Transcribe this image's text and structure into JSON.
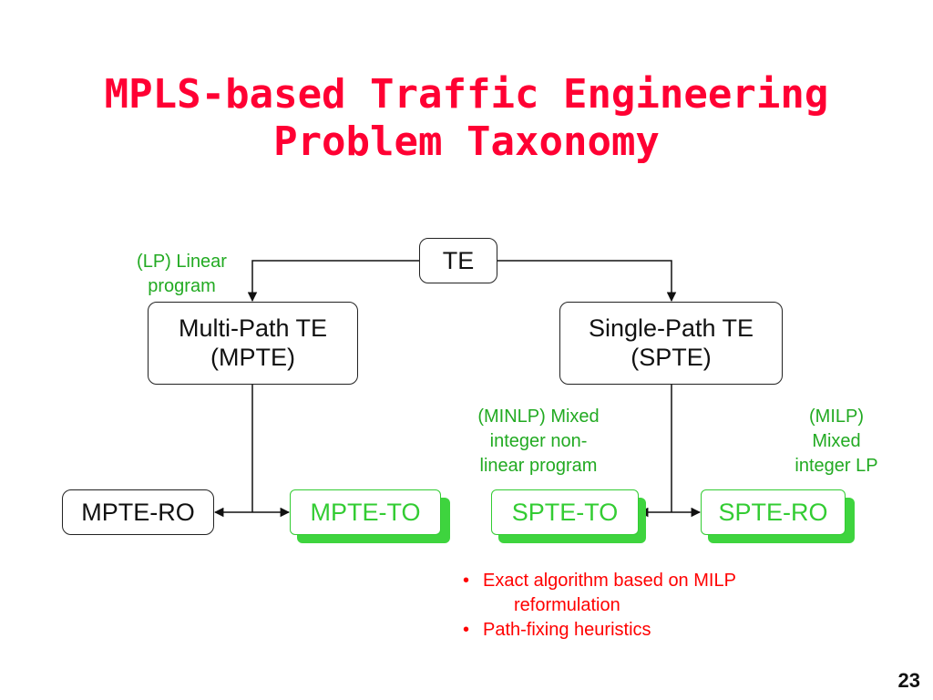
{
  "title": {
    "line1": "MPLS-based Traffic Engineering",
    "line2": "Problem Taxonomy"
  },
  "nodes": {
    "te": "TE",
    "mpte_line1": "Multi-Path TE",
    "mpte_line2": "(MPTE)",
    "spte_line1": "Single-Path TE",
    "spte_line2": "(SPTE)",
    "mpte_ro": "MPTE-RO",
    "mpte_to": "MPTE-TO",
    "spte_to": "SPTE-TO",
    "spte_ro": "SPTE-RO"
  },
  "annotations": {
    "lp": [
      "(LP) Linear",
      "program"
    ],
    "minlp": [
      "(MINLP) Mixed",
      "integer non-",
      "linear program"
    ],
    "milp": [
      "(MILP)",
      "Mixed",
      "integer LP"
    ]
  },
  "bullets": {
    "item1_line1": "Exact algorithm based on MILP",
    "item1_line2": "reformulation",
    "item2": "Path-fixing heuristics"
  },
  "colors": {
    "title": "#ff0033",
    "green_node": "#33cc33",
    "annotation": "#22aa22",
    "bullet_text": "#ff0000"
  },
  "page_number": "23"
}
